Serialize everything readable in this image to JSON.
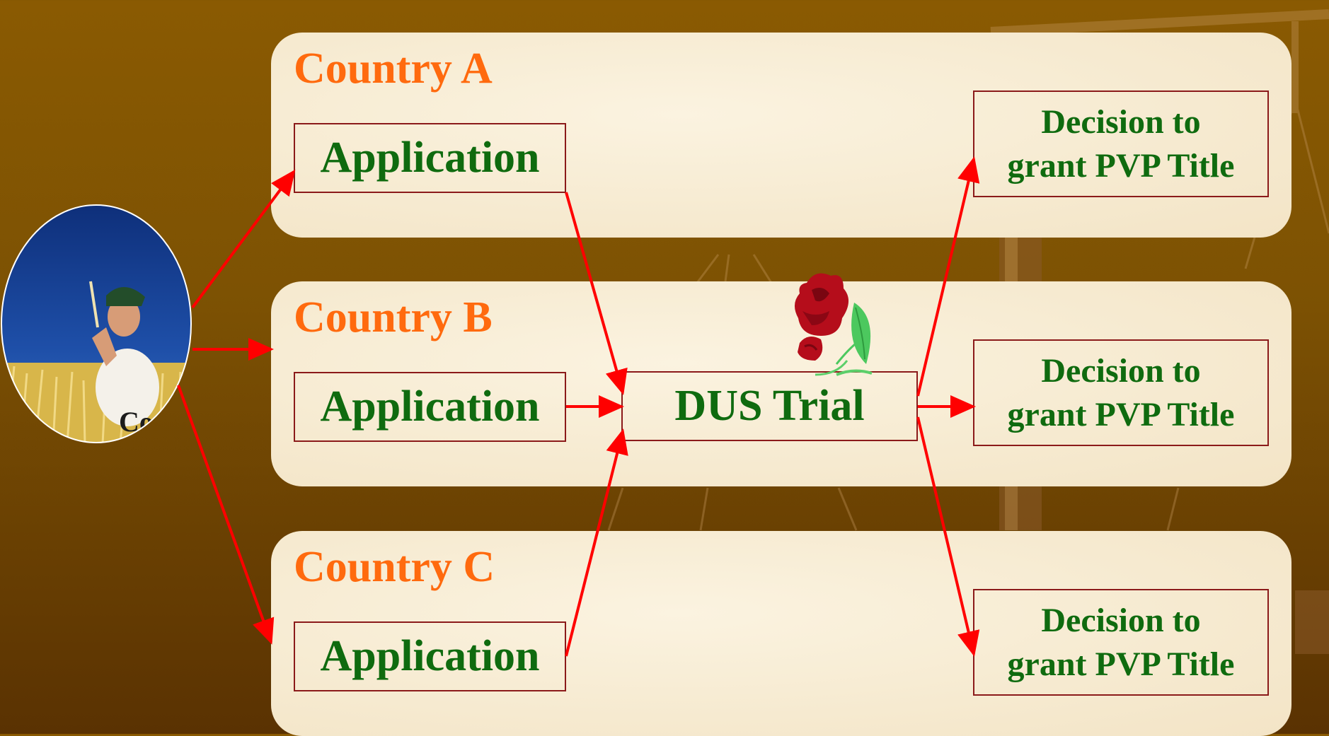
{
  "countries": [
    {
      "label": "Country A",
      "application": "Application",
      "decision_line1": "Decision to",
      "decision_line2": "grant PVP Title"
    },
    {
      "label": "Country B",
      "application": "Application",
      "decision_line1": "Decision to",
      "decision_line2": "grant PVP Title"
    },
    {
      "label": "Country C",
      "application": "Application",
      "decision_line1": "Decision to",
      "decision_line2": "grant PVP Title"
    }
  ],
  "center": {
    "label": "DUS Trial"
  },
  "photo_caption": "Co",
  "colors": {
    "background": "#7d5203",
    "panel": "#f8eed6",
    "country_label": "#ff6a0e",
    "box_text": "#0f6b0f",
    "box_border": "#8b1a1a",
    "arrow": "#ff0000"
  },
  "icons": [
    "farmer-photo",
    "rose-icon",
    "scales-icon"
  ]
}
